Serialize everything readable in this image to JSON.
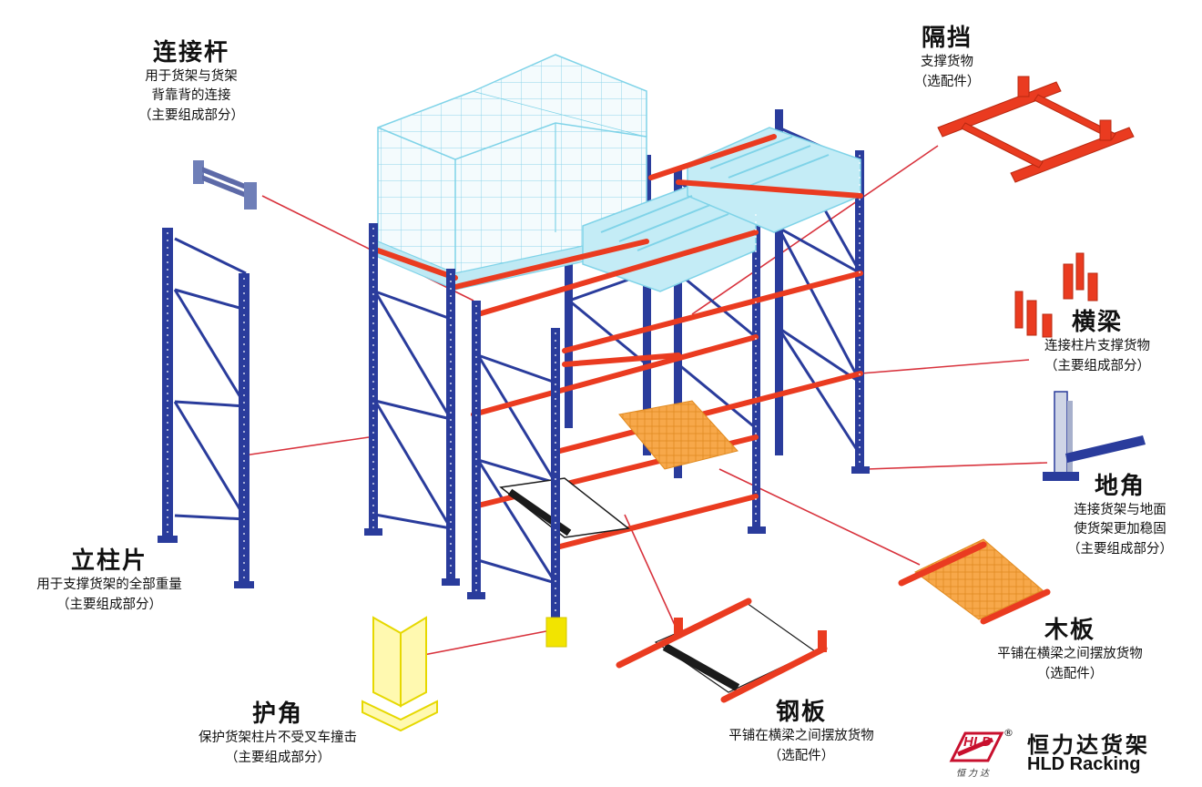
{
  "colors": {
    "upright": "#2a3c9c",
    "beam": "#ea3b20",
    "leader": "#d8323c",
    "pallet": "#7fd3e8",
    "deck": "#f5a442",
    "guard": "#f2e400",
    "steel": "#1b1b1b"
  },
  "labels": {
    "connector": {
      "title": "连接杆",
      "lines": [
        "用于货架与货架",
        "背靠背的连接"
      ],
      "note": "（主要组成部分）"
    },
    "divider": {
      "title": "隔挡",
      "lines": [
        "支撑货物"
      ],
      "note": "（选配件）"
    },
    "beam": {
      "title": "横梁",
      "lines": [
        "连接柱片支撑货物"
      ],
      "note": "（主要组成部分）"
    },
    "foot": {
      "title": "地角",
      "lines": [
        "连接货架与地面",
        "使货架更加稳固"
      ],
      "note": "（主要组成部分）"
    },
    "frame": {
      "title": "立柱片",
      "lines": [
        "用于支撑货架的全部重量"
      ],
      "note": "（主要组成部分）"
    },
    "wood": {
      "title": "木板",
      "lines": [
        "平铺在横梁之间摆放货物"
      ],
      "note": "（选配件）"
    },
    "guard": {
      "title": "护角",
      "lines": [
        "保护货架柱片不受叉车撞击"
      ],
      "note": "（主要组成部分）"
    },
    "steel": {
      "title": "钢板",
      "lines": [
        "平铺在横梁之间摆放货物"
      ],
      "note": "（选配件）"
    }
  },
  "brand": {
    "name_cn": "恒力达货架",
    "name_en": "HLD Racking",
    "logo_text": "HLD",
    "logo_sub": "恒力达",
    "reg_mark": "®"
  }
}
